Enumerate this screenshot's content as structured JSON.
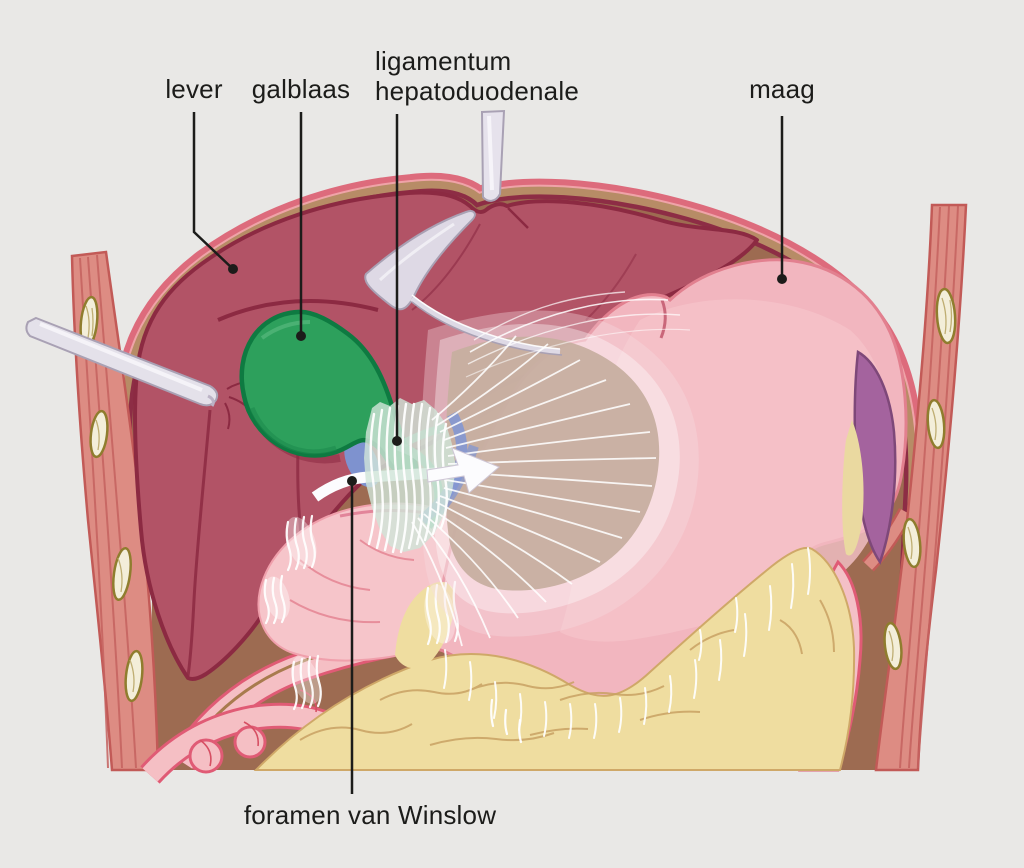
{
  "figure": {
    "type": "anatomical-illustration",
    "labels": {
      "lever": "lever",
      "galblaas": "galblaas",
      "ligamentum_hepatoduodenale": "ligamentum\nhepatoduodenale",
      "maag": "maag",
      "foramen_van_winslow": "foramen van Winslow"
    },
    "palette": {
      "background": "#e9e8e6",
      "label_text": "#1c1c1a",
      "leader_line": "#1c1c1a",
      "liver": "#b25366",
      "liver_outline": "#8c2a42",
      "stomach": "#f2b6bf",
      "stomach_outline": "#e2808f",
      "gallbladder": "#2da05c",
      "gallbladder_outline": "#0e7a41",
      "greater_omentum": "#efdda0",
      "omentum_vessels": "#c9a264",
      "body_wall_band": "#b78c66",
      "interior_wall": "#9d6b51",
      "rib": "#dd8c83",
      "bone": "#f3eed9",
      "spleen": "#a4639e",
      "portal_vein": "#8397d2",
      "bile_duct": "#74bb97",
      "instrument": "#e4e1ea",
      "arrow": "#fcfcfe"
    }
  }
}
